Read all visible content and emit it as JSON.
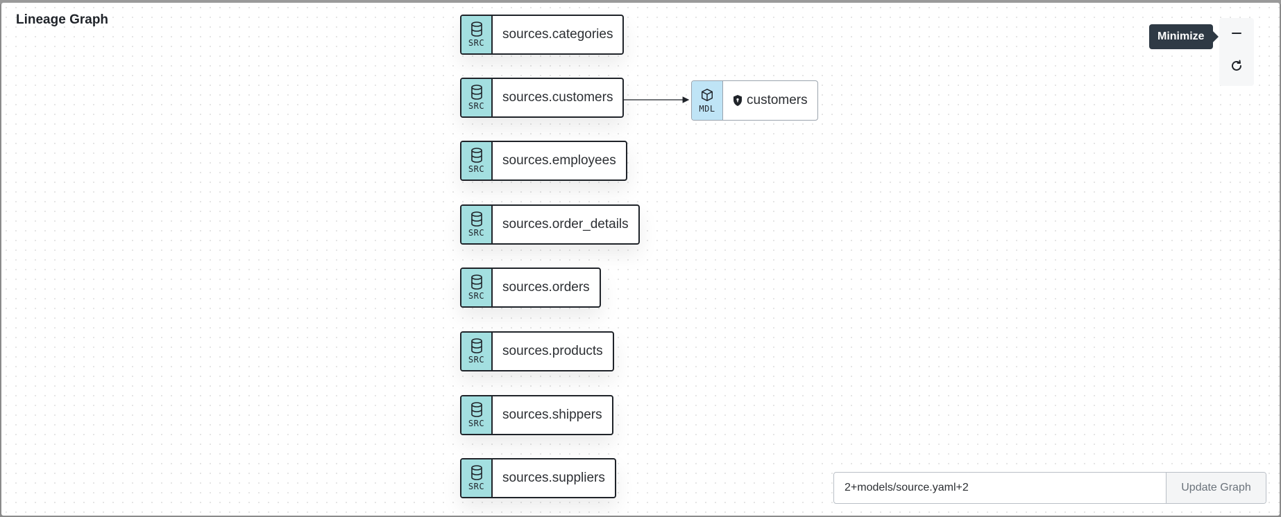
{
  "title": "Lineage Graph",
  "sources": [
    {
      "badge": "SRC",
      "label": "sources.categories"
    },
    {
      "badge": "SRC",
      "label": "sources.customers"
    },
    {
      "badge": "SRC",
      "label": "sources.employees"
    },
    {
      "badge": "SRC",
      "label": "sources.order_details"
    },
    {
      "badge": "SRC",
      "label": "sources.orders"
    },
    {
      "badge": "SRC",
      "label": "sources.products"
    },
    {
      "badge": "SRC",
      "label": "sources.shippers"
    },
    {
      "badge": "SRC",
      "label": "sources.suppliers"
    }
  ],
  "model": {
    "badge": "MDL",
    "label": "customers",
    "icon": "shield-icon"
  },
  "controls": {
    "tooltip": "Minimize",
    "minimize_icon": "minus-icon",
    "refresh_icon": "refresh-icon"
  },
  "selector": {
    "value": "2+models/source.yaml+2",
    "button_label": "Update Graph"
  },
  "colors": {
    "source_badge": "#a3dfe0",
    "model_badge": "#bfe4f6",
    "tooltip_bg": "#2f3a45"
  }
}
